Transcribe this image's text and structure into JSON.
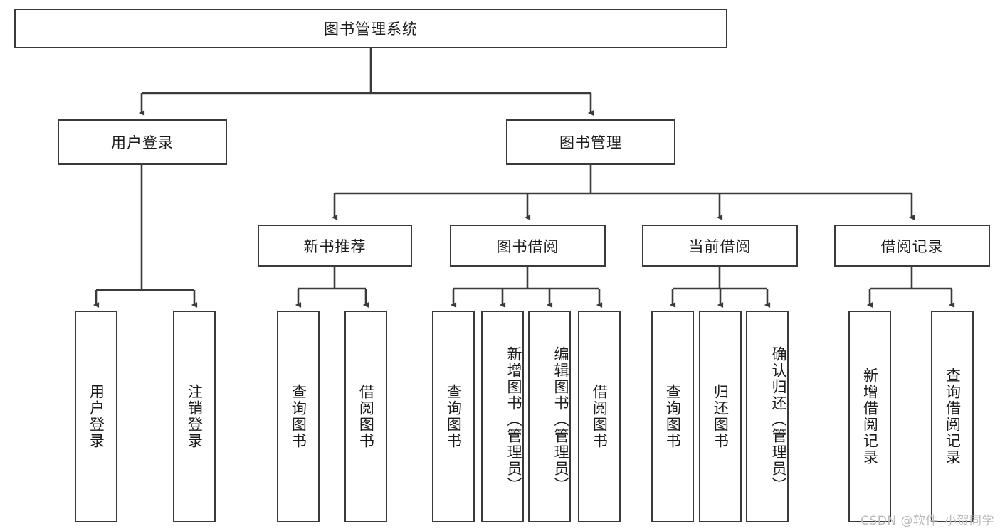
{
  "diagram": {
    "type": "tree-hierarchy",
    "title": "图书管理系统",
    "watermark": "CSDN @软件_小贺同学",
    "colors": {
      "stroke": "#3a3a3a",
      "fill": "#ffffff",
      "text": "#1b1b1b",
      "watermark": "#b9b9b9"
    },
    "nodes": {
      "root": {
        "label": "图书管理系统"
      },
      "level1": [
        {
          "id": "user-login",
          "label": "用户登录"
        },
        {
          "id": "book-manage",
          "label": "图书管理"
        }
      ],
      "level2": [
        {
          "id": "new-book-recommend",
          "label": "新书推荐"
        },
        {
          "id": "book-borrow",
          "label": "图书借阅"
        },
        {
          "id": "current-borrow",
          "label": "当前借阅"
        },
        {
          "id": "borrow-record",
          "label": "借阅记录"
        }
      ],
      "leaves": {
        "user-login": [
          {
            "id": "leaf-user-login",
            "label": "用户登录"
          },
          {
            "id": "leaf-logout",
            "label": "注销登录"
          }
        ],
        "new-book-recommend": [
          {
            "id": "leaf-query-book-1",
            "label": "查询图书"
          },
          {
            "id": "leaf-borrow-book-1",
            "label": "借阅图书"
          }
        ],
        "book-borrow": [
          {
            "id": "leaf-query-book-2",
            "label": "查询图书"
          },
          {
            "id": "leaf-add-book",
            "label": "新增图书（管理员）"
          },
          {
            "id": "leaf-edit-book",
            "label": "编辑图书（管理员）"
          },
          {
            "id": "leaf-borrow-book-2",
            "label": "借阅图书"
          }
        ],
        "current-borrow": [
          {
            "id": "leaf-query-book-3",
            "label": "查询图书"
          },
          {
            "id": "leaf-return-book",
            "label": "归还图书"
          },
          {
            "id": "leaf-confirm-return",
            "label": "确认归还（管理员）"
          }
        ],
        "borrow-record": [
          {
            "id": "leaf-add-record",
            "label": "新增借阅记录"
          },
          {
            "id": "leaf-query-record",
            "label": "查询借阅记录"
          }
        ]
      }
    }
  }
}
